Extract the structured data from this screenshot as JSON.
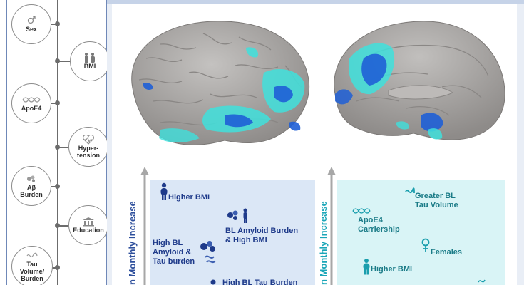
{
  "timeline": {
    "nodes": [
      {
        "id": "sex",
        "label": "Sex",
        "icon": "sex-symbol-icon"
      },
      {
        "id": "bmi",
        "label": "BMI",
        "icon": "people-icon"
      },
      {
        "id": "apoe4",
        "label": "ApoE4",
        "icon": "dna-icon"
      },
      {
        "id": "hypertension",
        "label": "Hyper-\ntension",
        "icon": "heart-pulse-icon"
      },
      {
        "id": "abeta",
        "label": "Aβ\nBurden",
        "icon": "plaque-icon"
      },
      {
        "id": "education",
        "label": "Education",
        "icon": "school-icon"
      },
      {
        "id": "tau",
        "label": "Tau\nVolume/\nBurden",
        "icon": "tangle-icon"
      }
    ]
  },
  "panels": {
    "amyloid": {
      "axis_label": "n Monthly Increase",
      "color": "#2e4f9c",
      "factors": [
        {
          "text": "Higher BMI"
        },
        {
          "text": "BL Amyloid Burden\n& High BMI"
        },
        {
          "text": "High BL\nAmyloid &\nTau burden"
        },
        {
          "text": "High BL Tau Burden"
        }
      ]
    },
    "tau": {
      "axis_label": "n Monthly Increase",
      "color": "#1aa6b8",
      "factors": [
        {
          "text": "Greater BL\nTau Volume"
        },
        {
          "text": "ApoE4\nCarriership"
        },
        {
          "text": "Females"
        },
        {
          "text": "Higher BMI"
        }
      ]
    }
  },
  "colors": {
    "brain_gray": "#a9a6a4",
    "hotspot_blue": "#1f5fd6",
    "hotspot_cyan": "#3fe0dc"
  }
}
